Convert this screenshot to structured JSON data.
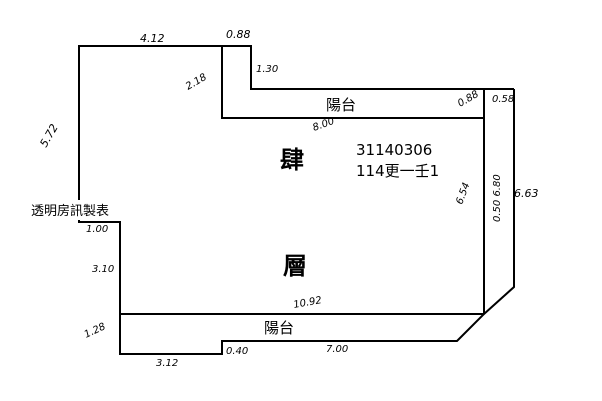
{
  "document": {
    "room_label_top": "肆",
    "room_label_bottom": "層",
    "balcony_top": "陽台",
    "balcony_bottom": "陽台",
    "code_line1": "31140306",
    "code_line2": "114更一壬1",
    "watermark": "透明房訊製表"
  },
  "dimensions": {
    "top_left": "4.12",
    "top_step": "0.88",
    "step_vertical": "1.30",
    "inner_step": "2.18",
    "balcony_top_left": "8.00",
    "balcony_right_top": "0.88",
    "balcony_right_corner": "0.58",
    "left_upper": "5.72",
    "left_notch": "1.00",
    "left_lower": "3.10",
    "bottom_left": "1.28",
    "bottom_width": "3.12",
    "bottom_step": "0.40",
    "bottom_right": "7.00",
    "inner_bottom": "10.92",
    "right_inner": "6.54",
    "right_outer": "6.63",
    "right_rotated": "0.50 6.80"
  }
}
